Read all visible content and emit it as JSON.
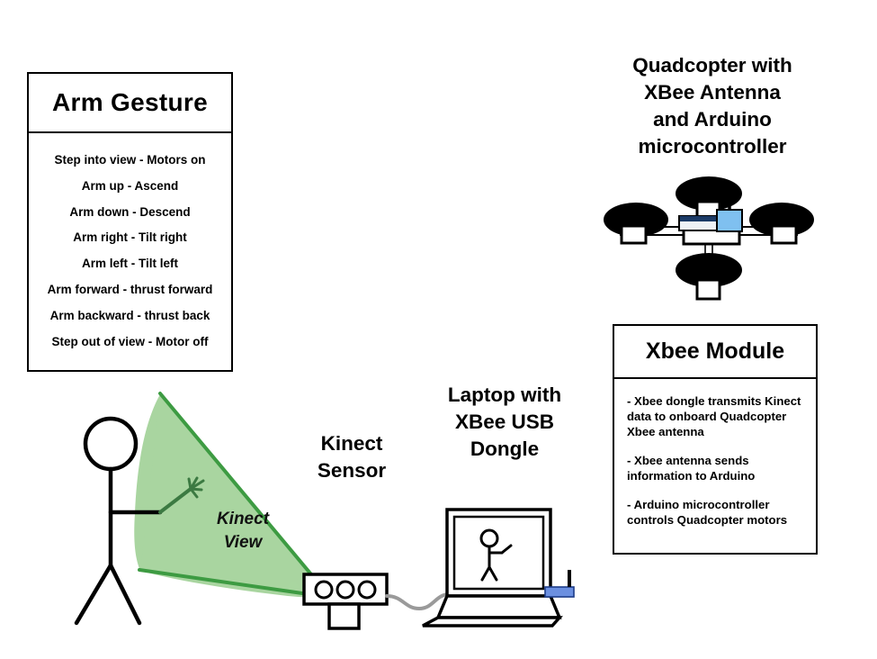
{
  "diagram": {
    "title": "Kinect gesture controlled quadcopter system diagram",
    "background_color": "#ffffff"
  },
  "arm_gesture_panel": {
    "title": "Arm Gesture",
    "rows": [
      "Step into view - Motors on",
      "Arm up - Ascend",
      "Arm down - Descend",
      "Arm right - Tilt right",
      "Arm left - Tilt left",
      "Arm forward - thrust forward",
      "Arm backward - thrust back",
      "Step out of view - Motor off"
    ]
  },
  "xbee_module_panel": {
    "title": "Xbee Module",
    "bullets": [
      "- Xbee dongle transmits Kinect data to onboard Quadcopter Xbee antenna",
      "- Xbee antenna sends information to Arduino",
      "- Arduino microcontroller controls Quadcopter motors"
    ]
  },
  "captions": {
    "quadcopter": "Quadcopter with\nXBee Antenna\nand Arduino\nmicrocontroller",
    "laptop": "Laptop with\nXBee USB\nDongle",
    "kinect_sensor": "Kinect\nSensor",
    "kinect_view": "Kinect\nView"
  },
  "colors": {
    "cone_fill": "#a9d5a0",
    "cone_stroke": "#3d9b42",
    "outline": "#000000",
    "arduino_blue": "#7fc0f0",
    "xbee_board_navy": "#1b3a66",
    "usb_dongle_blue": "#6b8fe0",
    "cable_gray": "#9a9a9a",
    "rotor_black": "#000000",
    "panel_background": "#ffffff"
  },
  "kinect_sensor": {
    "lens_count": 3
  },
  "quadcopter": {
    "rotor_count": 4
  }
}
